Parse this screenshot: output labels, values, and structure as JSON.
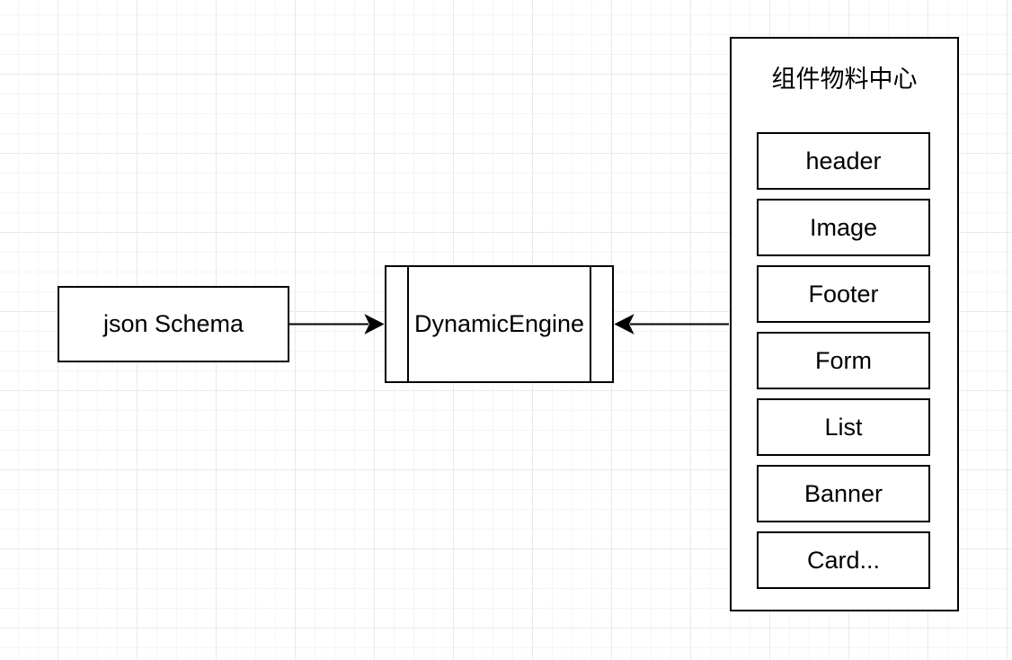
{
  "diagram": {
    "colors": {
      "stroke": "#000000",
      "shape_fill": "#ffffff",
      "canvas": "#ffffff",
      "grid_minor": "#f5f5f5",
      "grid_major": "#e9e9e9"
    },
    "nodes": {
      "json_schema": {
        "label": "json Schema",
        "shape": "rectangle"
      },
      "dynamic_engine": {
        "label": "DynamicEngine",
        "shape": "process"
      },
      "material_center": {
        "title": "组件物料中心",
        "components": [
          {
            "label": "header"
          },
          {
            "label": "Image"
          },
          {
            "label": "Footer"
          },
          {
            "label": "Form"
          },
          {
            "label": "List"
          },
          {
            "label": "Banner"
          },
          {
            "label": "Card..."
          }
        ]
      }
    },
    "connectors": [
      {
        "from": "json_schema",
        "to": "dynamic_engine",
        "arrowhead": "right"
      },
      {
        "from": "material_center",
        "to": "dynamic_engine",
        "arrowhead": "left"
      }
    ]
  }
}
